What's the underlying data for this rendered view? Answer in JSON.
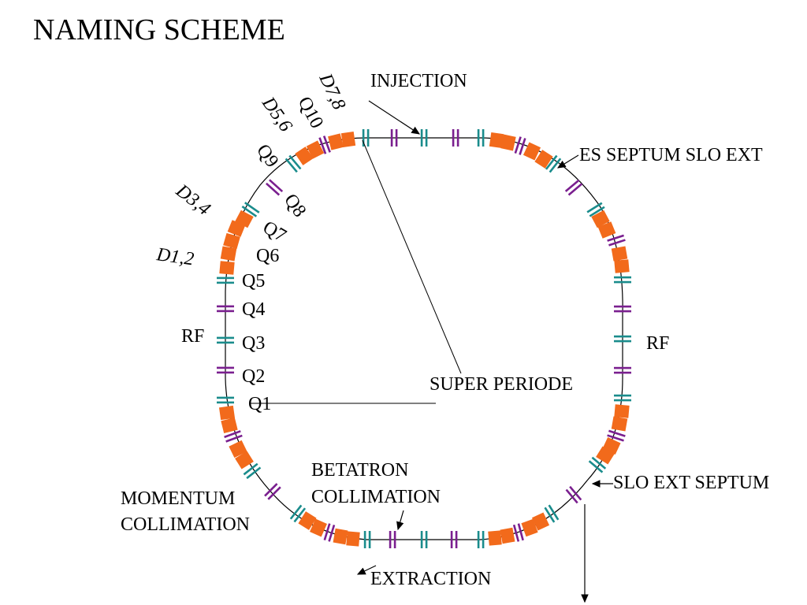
{
  "title": "NAMING SCHEME",
  "colors": {
    "dipole": "#f26a1b",
    "quad_focus": "#1a8c8c",
    "quad_defocus": "#7a1f8f",
    "line": "#000000"
  },
  "labels": {
    "injection": "INJECTION",
    "es_septum": "ES SEPTUM SLO EXT",
    "rf_left": "RF",
    "rf_right": "RF",
    "super_period": "SUPER PERIODE",
    "slo_ext_septum": "SLO EXT SEPTUM",
    "betatron_1": "BETATRON",
    "betatron_2": "COLLIMATION",
    "momentum_1": "MOMENTUM",
    "momentum_2": "COLLIMATION",
    "extraction": "EXTRACTION",
    "q1": "Q1",
    "q2": "Q2",
    "q3": "Q3",
    "q4": "Q4",
    "q5": "Q5",
    "q6": "Q6",
    "q7": "Q7",
    "q8": "Q8",
    "q9": "Q9",
    "q10": "Q10",
    "d12": "D1,2",
    "d34": "D3,4",
    "d56": "D5,6",
    "d78": "D7,8"
  }
}
